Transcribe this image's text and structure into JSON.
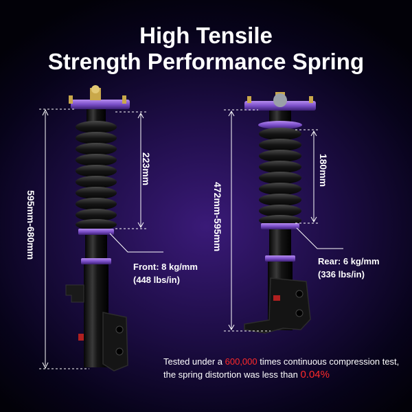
{
  "title": {
    "line1": "High Tensile",
    "line2": "Strength Performance Spring"
  },
  "front": {
    "total_length": "595mm-680mm",
    "spring_length": "223mm",
    "spec_line1": "Front: 8 kg/mm",
    "spec_line2": "(448 lbs/in)"
  },
  "rear": {
    "total_length": "472mm-595mm",
    "spring_length": "180mm",
    "spec_line1": "Rear: 6 kg/mm",
    "spec_line2": "(336 lbs/in)"
  },
  "note": {
    "line1_pre": "Tested under a ",
    "line1_highlight": "600,000",
    "line1_post": " times continuous compression test,",
    "line2_pre": "the spring distortion was less than ",
    "line2_highlight": "0.04%"
  },
  "colors": {
    "accent_purple": "#7b4fc9",
    "highlight_red": "#ff2a2a",
    "text": "#ffffff"
  }
}
